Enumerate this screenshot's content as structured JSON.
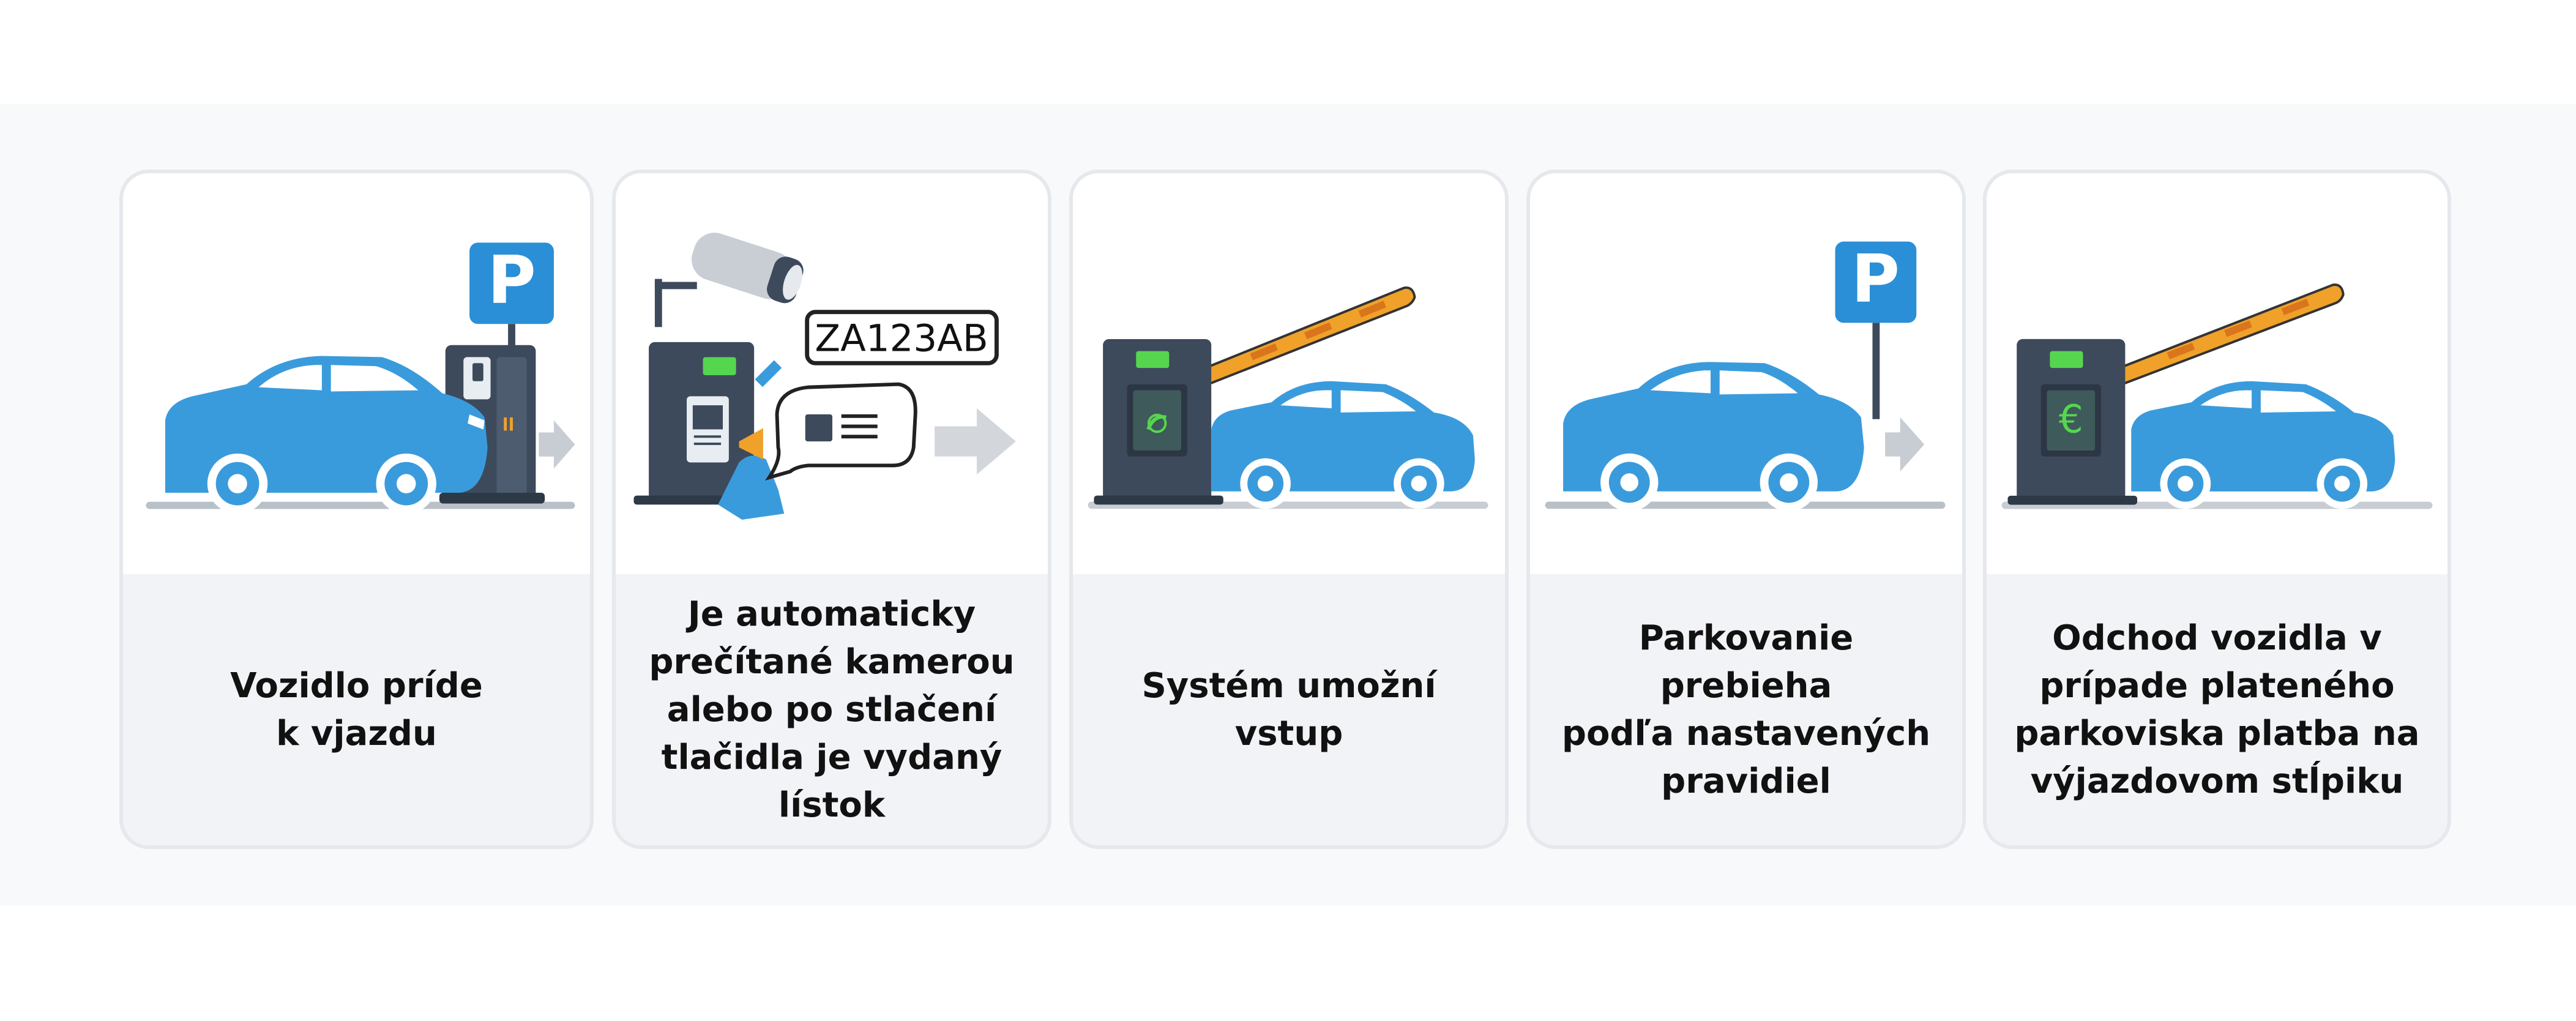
{
  "steps": [
    {
      "text": "Vozidlo príde\nk vjazdu",
      "icon": "car-arriving-at-parking-terminal"
    },
    {
      "text": "Je automaticky\nprečítané kamerou\nalebo po stlačení\ntlačidla je vydaný\nlístok",
      "icon": "camera-reading-plate-and-ticket-machine"
    },
    {
      "text": "Systém umožní\nvstup",
      "icon": "barrier-open-entry"
    },
    {
      "text": "Parkovanie prebieha\npodľa nastavených\npravidiel",
      "icon": "parked-car-sign"
    },
    {
      "text": "Odchod vozidla v\nprípade plateného\nparkoviska platba na\nvýjazdovom stĺpiku",
      "icon": "exit-barrier-payment"
    }
  ],
  "plate_text": "ZA123AB",
  "parking_sign_letter": "P",
  "euro_symbol": "€",
  "colors": {
    "car_blue": "#3a9bdc",
    "sign_blue": "#2a8fd6",
    "terminal_dark": "#3d4a5c",
    "barrier_orange": "#f0a12a",
    "caption_bg": "#f1f3f6",
    "card_border": "#e5e8ec"
  }
}
